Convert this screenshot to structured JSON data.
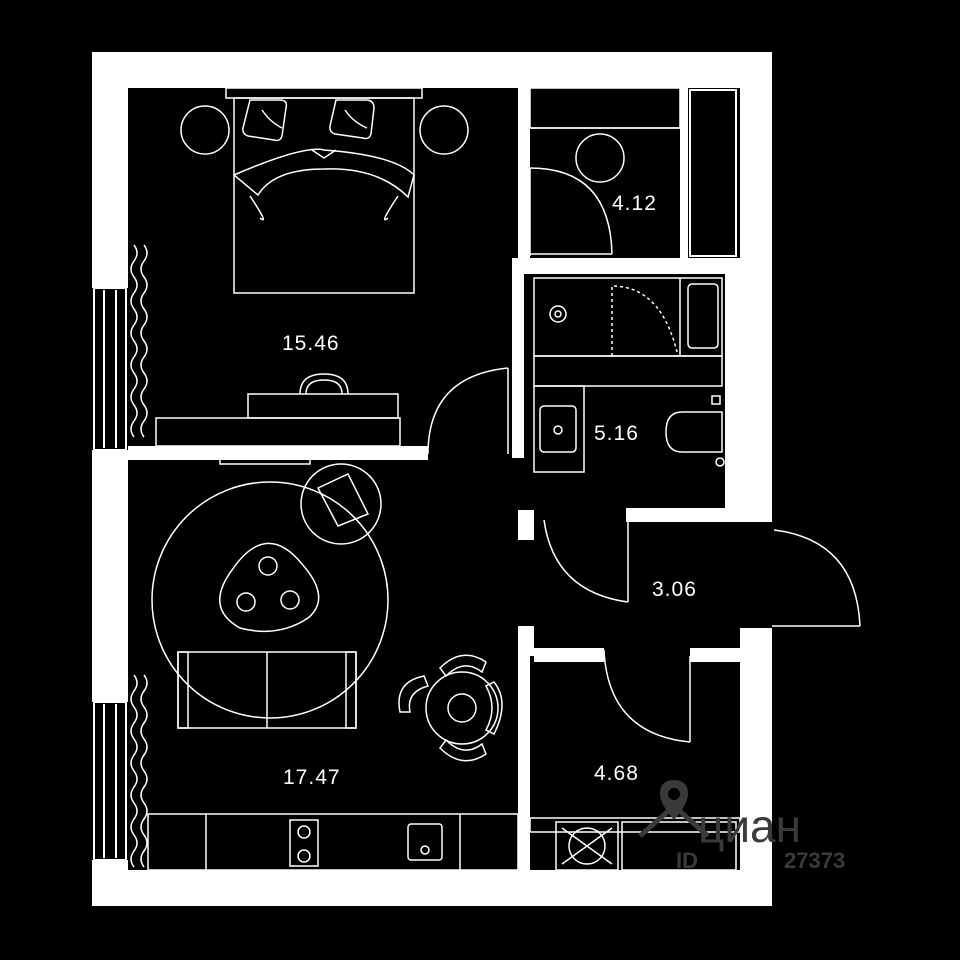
{
  "plan": {
    "background": "#000000",
    "wall_color": "#ffffff",
    "line_color": "#ffffff"
  },
  "rooms": {
    "bedroom": {
      "area": "15.46"
    },
    "wardrobe": {
      "area": "4.12"
    },
    "bathroom": {
      "area": "5.16"
    },
    "hall": {
      "area": "3.06"
    },
    "living": {
      "area": "17.47"
    },
    "storage": {
      "area": "4.68"
    }
  },
  "watermark": {
    "brand": "циан",
    "id_prefix": "ID",
    "id_suffix": "27373",
    "icon": "map-pin-icon",
    "color": "#3a3a3a"
  }
}
